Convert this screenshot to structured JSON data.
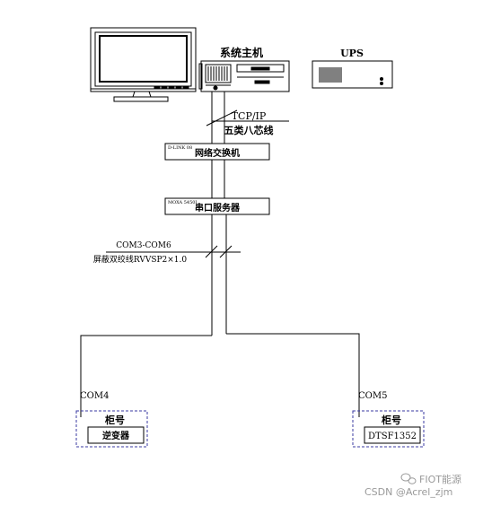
{
  "labels": {
    "host": "系统主机",
    "ups": "UPS",
    "tcpip": "TCP/IP",
    "cable_cat5": "五类八芯线",
    "switch_tag": "D-LINK 08",
    "switch": "网络交换机",
    "serial_tag": "MOXA 5450I",
    "serial": "串口服务器",
    "com_range": "COM3-COM6",
    "cable_shield": "屏蔽双绞线RVVSP2×1.0",
    "com4": "COM4",
    "com5": "COM5",
    "cab1_title": "柜号",
    "cab1_device": "逆变器",
    "cab2_title": "柜号",
    "cab2_device": "DTSF1352"
  },
  "watermark": {
    "line1": "FIOT能源",
    "line2": "CSDN @Acrel_zjm"
  },
  "colors": {
    "line": "#000000",
    "dashed_border": "#3a3aa0"
  }
}
